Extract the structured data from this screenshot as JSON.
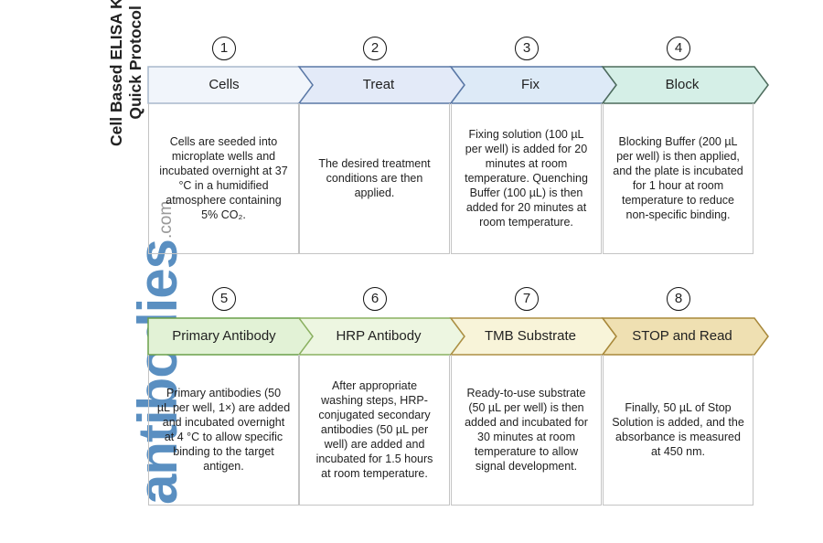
{
  "title": {
    "line1": "Cell Based ELISA Kits",
    "line2": "Quick Protocol"
  },
  "brand": {
    "name": "antibodies",
    "suffix": ".com",
    "color": "#5a8fc1"
  },
  "steps": [
    {
      "number": "1",
      "label": "Cells",
      "fill": "#f1f5fb",
      "stroke": "#a8b8cc",
      "description": "Cells are seeded into\nmicroplate wells and\nincubated overnight at 37\n°C in a humidified\natmosphere containing\n5% CO₂."
    },
    {
      "number": "2",
      "label": "Treat",
      "fill": "#e3eaf8",
      "stroke": "#5a78a6",
      "description": "The desired treatment\nconditions are then\napplied."
    },
    {
      "number": "3",
      "label": "Fix",
      "fill": "#ddeaf7",
      "stroke": "#5a78a6",
      "description": "Fixing solution (100 µL\nper well) is added for 20\nminutes at room\ntemperature. Quenching\nBuffer (100 µL) is then\nadded for 20 minutes at\nroom temperature."
    },
    {
      "number": "4",
      "label": "Block",
      "fill": "#d5efe7",
      "stroke": "#4d6b5c",
      "description": "Blocking Buffer (200 µL\nper well) is then applied,\nand the plate is incubated\nfor 1 hour at room\ntemperature to reduce\nnon-specific binding."
    },
    {
      "number": "5",
      "label": "Primary Antibody",
      "fill": "#e2f2d6",
      "stroke": "#6aa04a",
      "description": "Primary antibodies (50\nµL per well, 1×) are added\nand incubated overnight\nat 4 °C to allow specific\nbinding to the target\nantigen."
    },
    {
      "number": "6",
      "label": "HRP Antibody",
      "fill": "#edf6e1",
      "stroke": "#8ab060",
      "description": "After appropriate\nwashing steps, HRP-\nconjugated secondary\nantibodies (50 µL per\nwell) are added and\nincubated for 1.5 hours\nat room temperature."
    },
    {
      "number": "7",
      "label": "TMB Substrate",
      "fill": "#f8f4d9",
      "stroke": "#ad8f44",
      "description": "Ready-to-use substrate\n(50 µL per well) is then\nadded and incubated for\n30 minutes at room\ntemperature to allow\nsignal development."
    },
    {
      "number": "8",
      "label": "STOP and Read",
      "fill": "#efe0b2",
      "stroke": "#a8883a",
      "description": "Finally, 50 µL of Stop\nSolution is added, and the\nabsorbance is measured\nat 450 nm."
    }
  ]
}
